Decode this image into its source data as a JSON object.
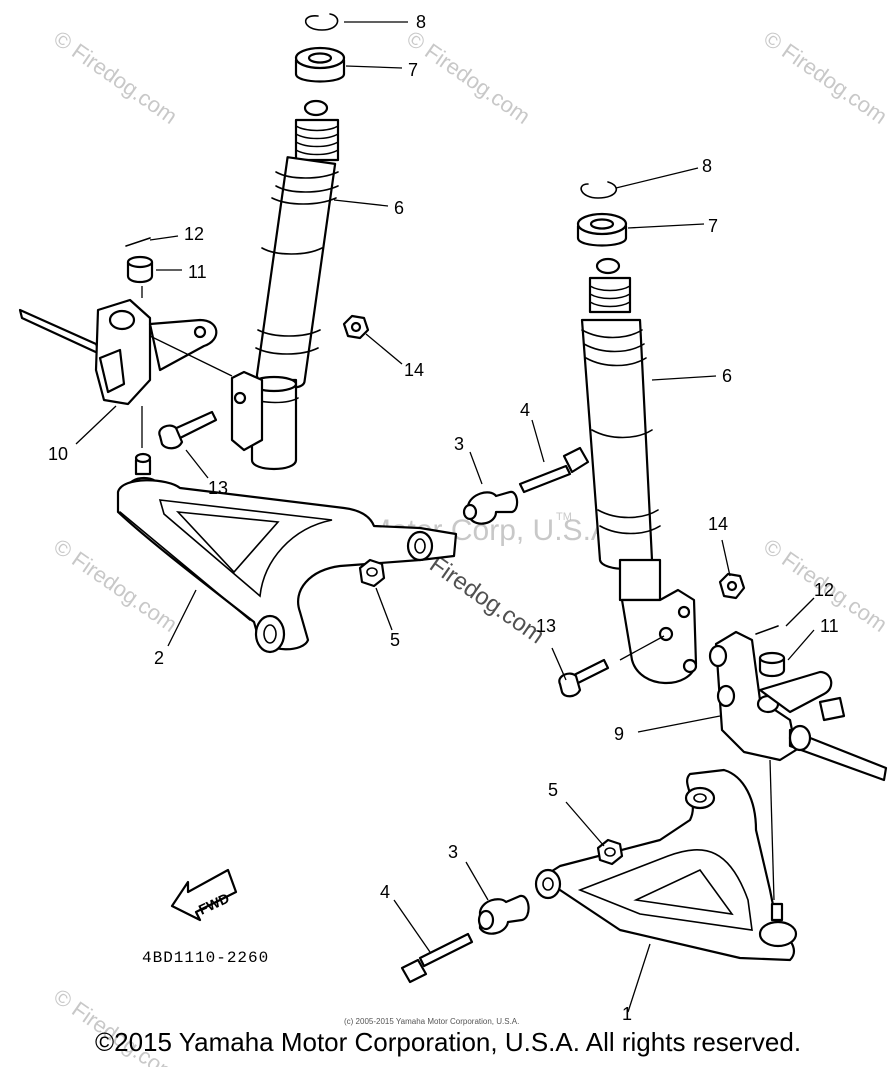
{
  "diagram": {
    "callouts": {
      "c8a": "8",
      "c7a": "7",
      "c6a": "6",
      "c12a": "12",
      "c11a": "11",
      "c14a": "14",
      "c10": "10",
      "c13a": "13",
      "c2": "2",
      "c5a": "5",
      "c3a": "3",
      "c4a": "4",
      "c8b": "8",
      "c7b": "7",
      "c6b": "6",
      "c14b": "14",
      "c12b": "12",
      "c11b": "11",
      "c13b": "13",
      "c9": "9",
      "c5b": "5",
      "c3b": "3",
      "c4b": "4",
      "c1": "1"
    },
    "fwd_label": "FWD",
    "part_code": "4BD1110-2260",
    "watermark_center": "Yamaha Motor Corp, U.S.A.",
    "watermark_tm": "TM",
    "watermark_site": "Firedog.com",
    "watermark_corner": "© Firedog.com",
    "small_copyright": "(c) 2005-2015 Yamaha Motor Corporation, U.S.A."
  },
  "footer": {
    "copyright": "©2015 Yamaha Motor Corporation, U.S.A. All rights reserved."
  }
}
